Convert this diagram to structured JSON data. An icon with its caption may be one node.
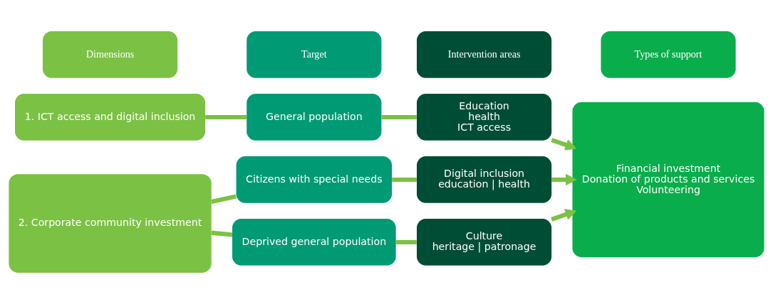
{
  "diagram": {
    "nodes": [
      {
        "text": [
          "Dimensions"
        ]
      },
      {
        "text": [
          "Target"
        ]
      },
      {
        "text": [
          "Intervention areas"
        ]
      },
      {
        "text": [
          "Types of support"
        ]
      },
      {
        "text": [
          "1. ICT access and digital inclusion"
        ]
      },
      {
        "text": [
          "General population"
        ]
      },
      {
        "text": [
          "Education",
          "health",
          "ICT access"
        ]
      },
      {
        "text": [
          "Financial investment",
          "Donation of products and services",
          "Volunteering"
        ]
      },
      {
        "text": [
          "2. Corporate community investment"
        ]
      },
      {
        "text": [
          "Citizens with special needs"
        ]
      },
      {
        "text": [
          "Digital inclusion",
          "education | health"
        ]
      },
      {
        "text": [
          "Deprived general population"
        ]
      },
      {
        "text": [
          "Culture",
          "heritage | patronage"
        ]
      }
    ],
    "edges": [
      {
        "from": 4,
        "to": 5,
        "arrow": "none"
      },
      {
        "from": 5,
        "to": 6,
        "arrow": "none"
      },
      {
        "from": 6,
        "to": 7,
        "arrow": "to"
      },
      {
        "from": 8,
        "to": 9,
        "arrow": "none"
      },
      {
        "from": 8,
        "to": 11,
        "arrow": "none"
      },
      {
        "from": 9,
        "to": 10,
        "arrow": "none"
      },
      {
        "from": 11,
        "to": 12,
        "arrow": "none"
      },
      {
        "from": 10,
        "to": 7,
        "arrow": "to"
      },
      {
        "from": 12,
        "to": 7,
        "arrow": "to"
      }
    ]
  }
}
